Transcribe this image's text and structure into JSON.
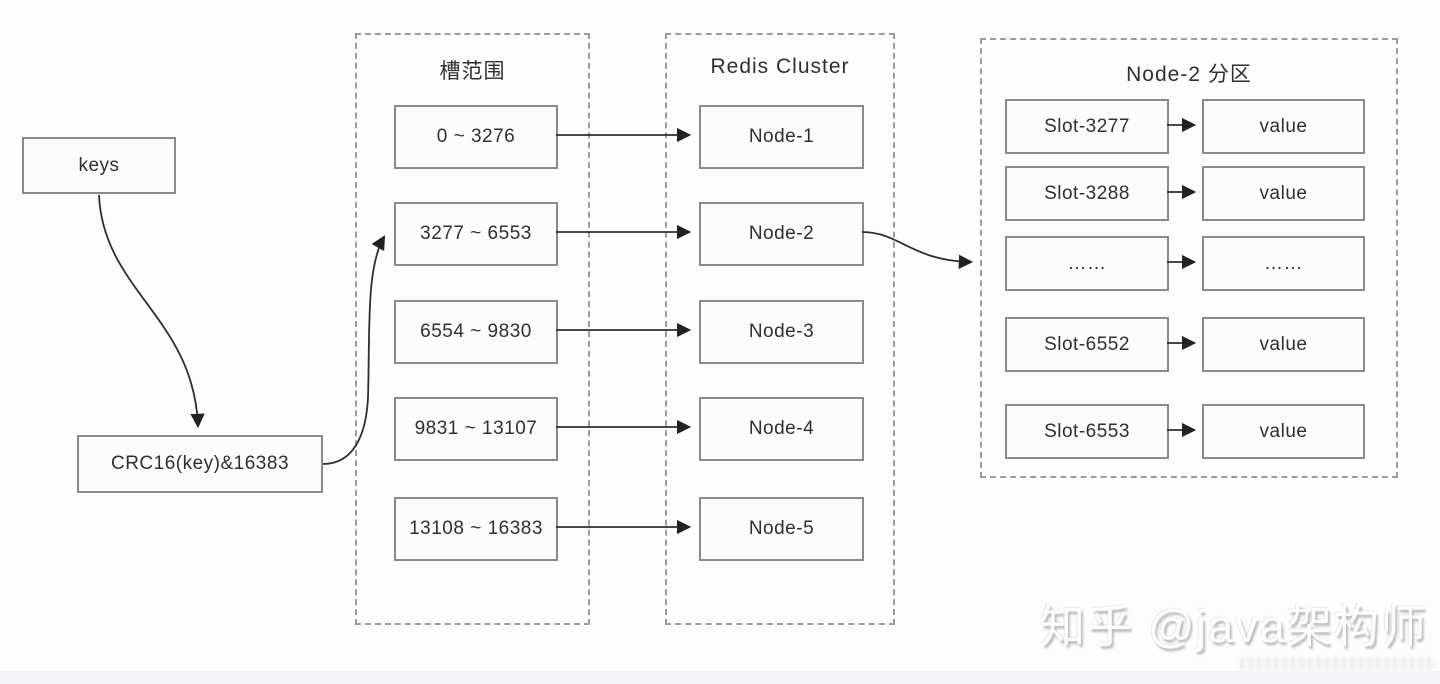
{
  "left_flow": {
    "keys_label": "keys",
    "hash_label": "CRC16(key)&16383"
  },
  "slot_column": {
    "title": "槽范围",
    "items": [
      "0 ~ 3276",
      "3277 ~ 6553",
      "6554 ~ 9830",
      "9831 ~ 13107",
      "13108 ~ 16383"
    ]
  },
  "cluster_column": {
    "title": "Redis Cluster",
    "items": [
      "Node-1",
      "Node-2",
      "Node-3",
      "Node-4",
      "Node-5"
    ]
  },
  "partition_column": {
    "title": "Node-2 分区",
    "rows": [
      {
        "slot": "Slot-3277",
        "value": "value"
      },
      {
        "slot": "Slot-3288",
        "value": "value"
      },
      {
        "slot": "……",
        "value": "……"
      },
      {
        "slot": "Slot-6552",
        "value": "value"
      },
      {
        "slot": "Slot-6553",
        "value": "value"
      }
    ]
  },
  "watermark": {
    "text": "知乎 @java架构师"
  },
  "colors": {
    "box_border": "#8a8a8a",
    "dashed_border": "#9c9c9c",
    "arrow": "#2e2e2e",
    "text": "#2f2f2f",
    "bottom_bar": "#f4f3f6"
  }
}
